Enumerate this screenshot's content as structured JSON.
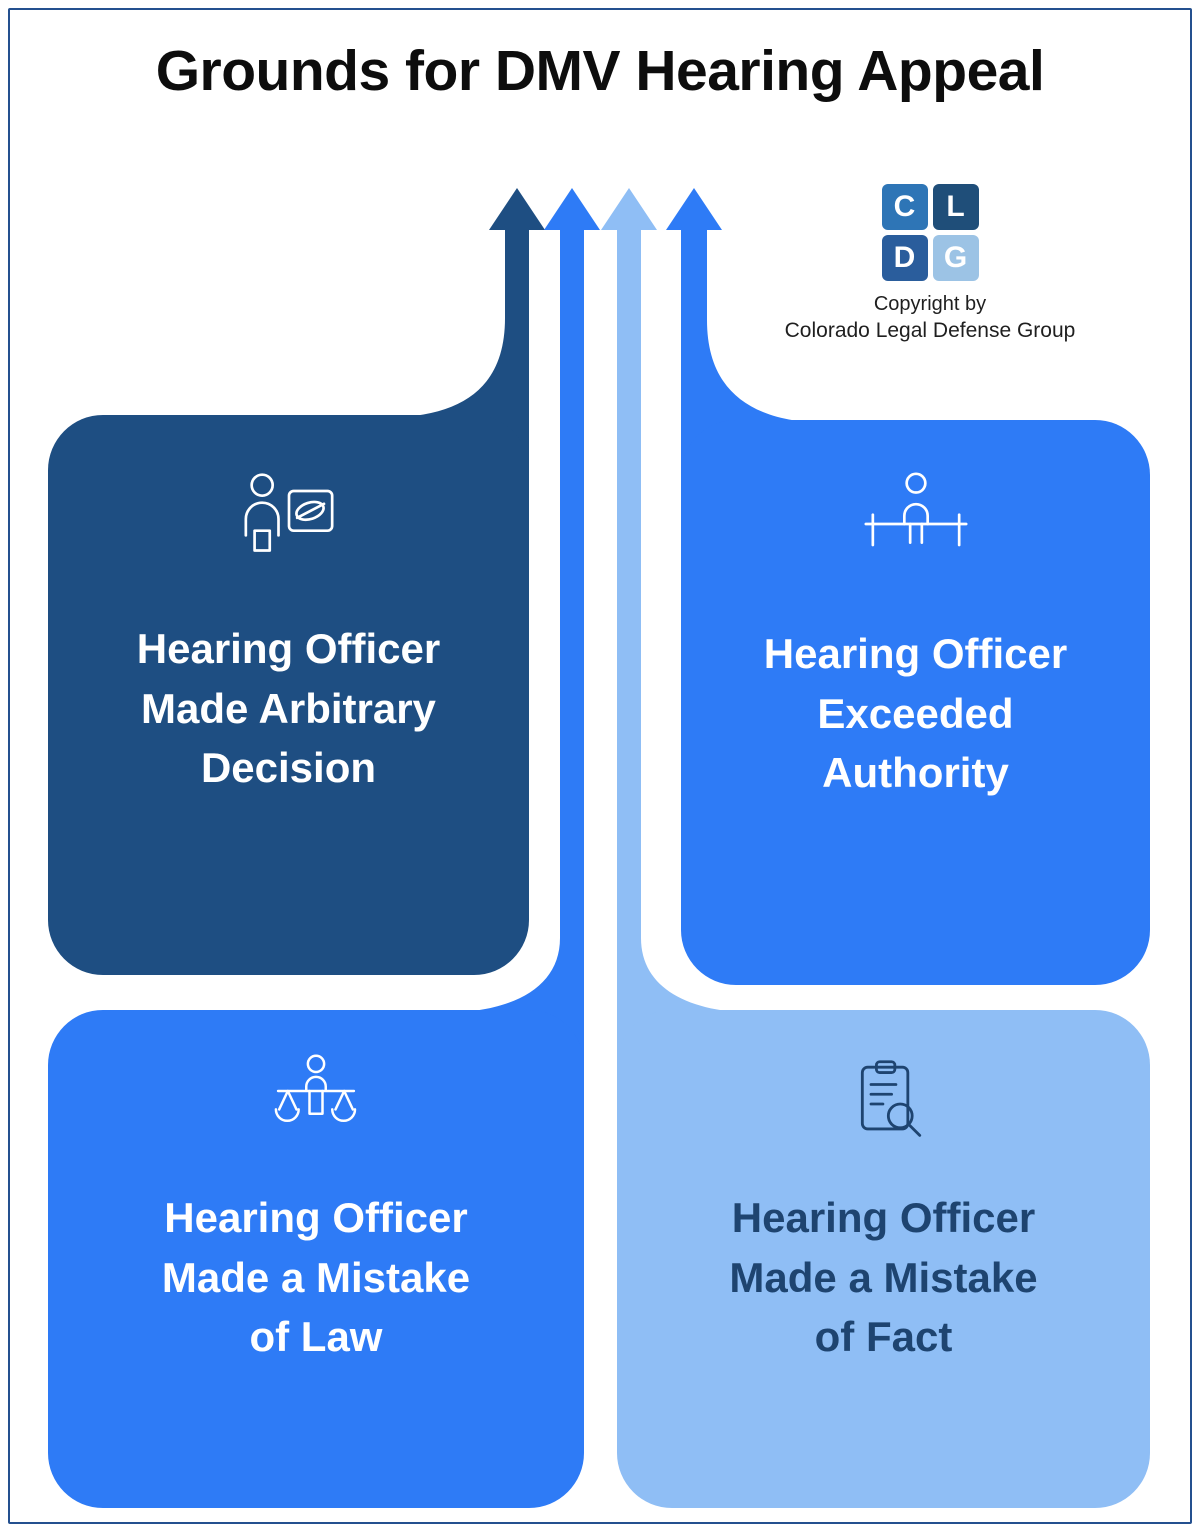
{
  "page": {
    "title": "Grounds for DMV Hearing Appeal",
    "background": "#ffffff",
    "border_color": "#24508f"
  },
  "logo": {
    "tiles": [
      {
        "letter": "C",
        "bg": "#2e75b6",
        "fg": "#ffffff"
      },
      {
        "letter": "L",
        "bg": "#1f4e79",
        "fg": "#ffffff"
      },
      {
        "letter": "D",
        "bg": "#2a5d9c",
        "fg": "#ffffff"
      },
      {
        "letter": "G",
        "bg": "#9cc3e5",
        "fg": "#ffffff"
      }
    ],
    "copyright_line1": "Copyright by",
    "copyright_line2": "Colorado Legal Defense Group"
  },
  "boxes": [
    {
      "id": "arbitrary-decision",
      "lines": [
        "Hearing Officer",
        "Made Arbitrary",
        "Decision"
      ],
      "bg": "#1e4e82",
      "text_color": "#ffffff",
      "icon": "presenter-icon",
      "icon_color": "#ffffff"
    },
    {
      "id": "exceeded-authority",
      "lines": [
        "Hearing Officer",
        "Exceeded",
        "Authority"
      ],
      "bg": "#2e7bf6",
      "text_color": "#ffffff",
      "icon": "bench-icon",
      "icon_color": "#ffffff"
    },
    {
      "id": "mistake-of-law",
      "lines": [
        "Hearing Officer",
        "Made a Mistake",
        "of Law"
      ],
      "bg": "#2e7bf6",
      "text_color": "#ffffff",
      "icon": "scales-icon",
      "icon_color": "#ffffff"
    },
    {
      "id": "mistake-of-fact",
      "lines": [
        "Hearing Officer",
        "Made a Mistake",
        "of Fact"
      ],
      "bg": "#8fbef5",
      "text_color": "#1e4470",
      "icon": "clipboard-search-icon",
      "icon_color": "#1e4470"
    }
  ],
  "arrows": [
    {
      "points_to": "arbitrary-decision",
      "color": "#1e4e82"
    },
    {
      "points_to": "mistake-of-law",
      "color": "#2e7bf6"
    },
    {
      "points_to": "mistake-of-fact",
      "color": "#8fbef5"
    },
    {
      "points_to": "exceeded-authority",
      "color": "#2e7bf6"
    }
  ]
}
